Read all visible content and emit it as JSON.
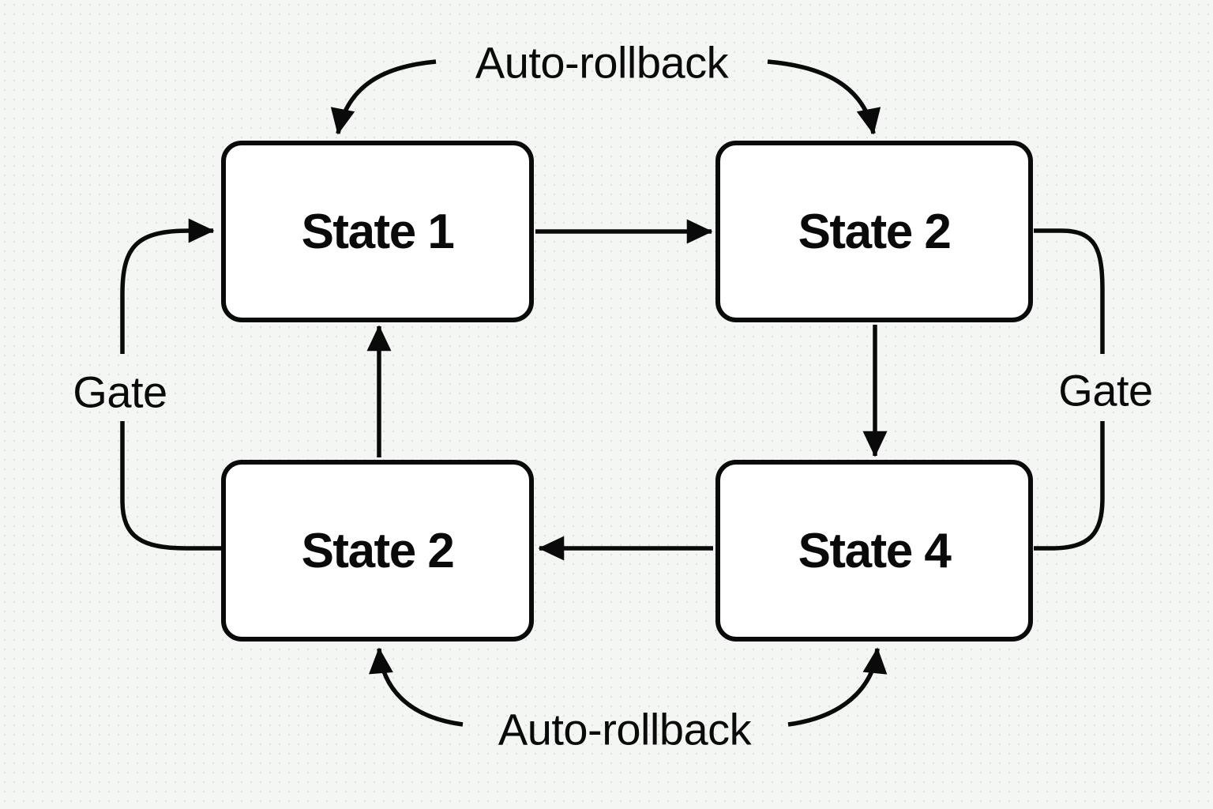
{
  "diagram": {
    "background_color": "#f4f6f4",
    "line_color": "#0a0a0a",
    "node_fill": "#ffffff",
    "nodes": [
      {
        "id": "state-1",
        "label": "State 1"
      },
      {
        "id": "state-2-top",
        "label": "State 2"
      },
      {
        "id": "state-2-bottom",
        "label": "State 2"
      },
      {
        "id": "state-4",
        "label": "State 4"
      }
    ],
    "labels": {
      "auto_rollback_top": "Auto-rollback",
      "auto_rollback_bottom": "Auto-rollback",
      "gate_left": "Gate",
      "gate_right": "Gate"
    },
    "edges": [
      {
        "from": "State 1 (top-left)",
        "to": "State 2 (top-right)",
        "style": "straight",
        "arrowhead": true
      },
      {
        "from": "State 2 (top-right)",
        "to": "State 4 (bottom-right)",
        "style": "straight",
        "arrowhead": true
      },
      {
        "from": "State 4 (bottom-right)",
        "to": "State 2 (bottom-left)",
        "style": "straight",
        "arrowhead": true
      },
      {
        "from": "State 2 (bottom-left)",
        "to": "State 1 (top-left)",
        "style": "straight",
        "arrowhead": true
      },
      {
        "label": "Auto-rollback (top)",
        "to": "State 1 (top-left) top edge",
        "style": "curved",
        "arrowhead": true
      },
      {
        "label": "Auto-rollback (top)",
        "to": "State 2 (top-right) top edge",
        "style": "curved",
        "arrowhead": true
      },
      {
        "label": "Auto-rollback (bottom)",
        "to": "State 2 (bottom-left) bottom edge",
        "style": "curved",
        "arrowhead": true
      },
      {
        "label": "Auto-rollback (bottom)",
        "to": "State 4 (bottom-right) bottom edge",
        "style": "curved",
        "arrowhead": true
      },
      {
        "label": "Gate (left)",
        "from": "State 2 (bottom-left) left side",
        "to": "State 1 (top-left) left side",
        "style": "curved",
        "arrowhead": true
      },
      {
        "label": "Gate (right)",
        "from": "State 2 (top-right) right side",
        "to": "State 4 (bottom-right) right side",
        "style": "curved",
        "arrowhead": false
      }
    ]
  }
}
